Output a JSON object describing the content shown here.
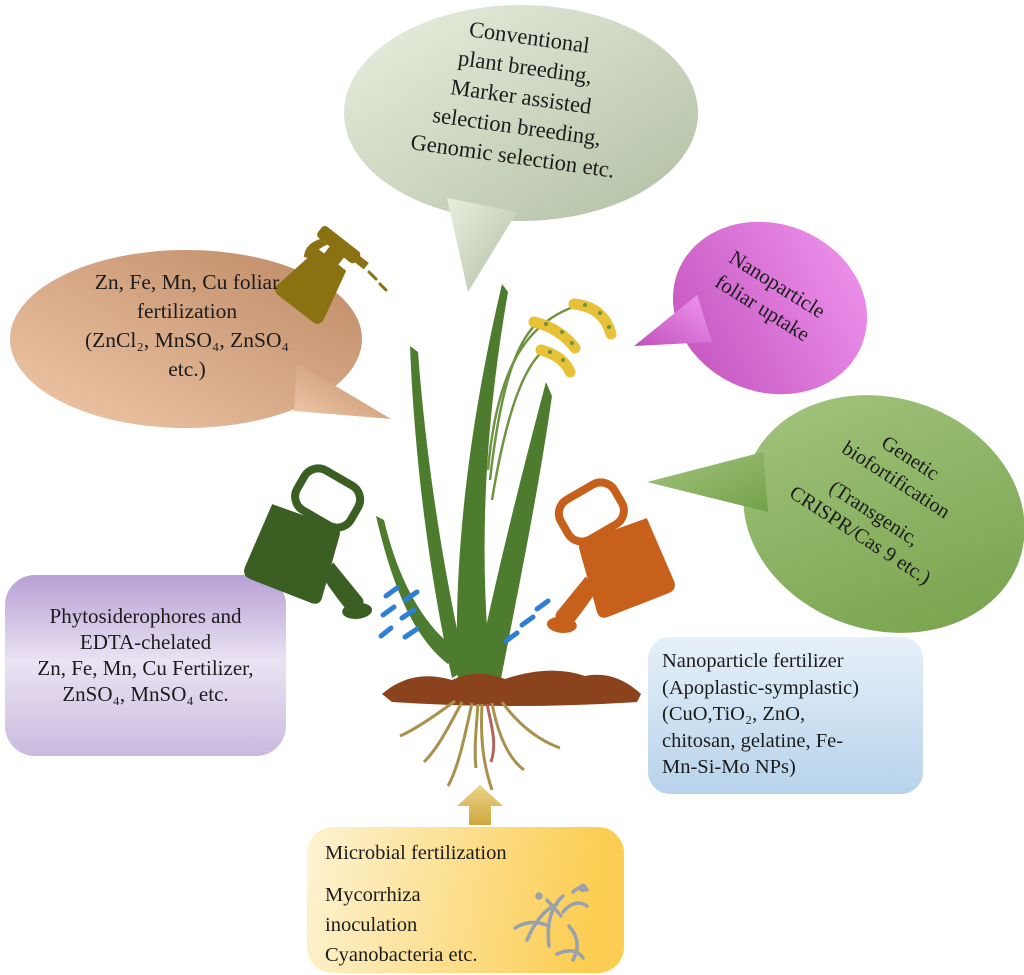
{
  "bubbles": {
    "breeding": {
      "lines": [
        "Conventional",
        "plant breeding,",
        "Marker assisted",
        "selection breeding,",
        "Genomic selection etc."
      ]
    },
    "foliar": {
      "lines": [
        "Zn, Fe, Mn, Cu foliar",
        "fertilization",
        "(ZnCl₂, MnSO₄, ZnSO₄",
        "etc.)"
      ]
    },
    "nano_uptake": {
      "lines": [
        "Nanoparticle",
        "foliar uptake"
      ]
    },
    "genetic": {
      "lines": [
        "Genetic",
        "biofortification",
        "(Transgenic,",
        "CRISPR/Cas 9 etc.)"
      ]
    }
  },
  "boxes": {
    "chelated": {
      "lines": [
        "Phytosiderophores and",
        "EDTA-chelated",
        "Zn, Fe, Mn, Cu Fertilizer,",
        "ZnSO₄, MnSO₄ etc."
      ]
    },
    "nano_fertilizer": {
      "lines": [
        "Nanoparticle fertilizer",
        "(Apoplastic-symplastic)",
        "(CuO,TiO₂, ZnO,",
        "chitosan, gelatine, Fe-",
        "Mn-Si-Mo NPs)"
      ]
    },
    "microbial": {
      "title": "Microbial fertilization",
      "lines": [
        "Mycorrhiza",
        "inoculation",
        "Cyanobacteria  etc."
      ]
    }
  },
  "icons": {
    "spray_bottle": "spray-bottle-icon",
    "watering_can_left": "watering-can-icon",
    "watering_can_right": "watering-can-icon",
    "water_drops": "water-drops-icon",
    "up_arrow": "up-arrow-icon",
    "mycorrhiza": "mycorrhiza-icon",
    "rice_plant": "rice-plant-illustration"
  },
  "colors": {
    "sage-light": "#e9efe0",
    "sage-dark": "#b1bfa2",
    "tan-light": "#f0c9a9",
    "tan-dark": "#bd8864",
    "pink-light": "#f297f0",
    "pink-dark": "#c050bb",
    "green-light": "#a4c680",
    "green-dark": "#74a049",
    "purple-top": "#b7a0d4",
    "purple-mid": "#eae3f3",
    "purple-bottom": "#cabadf",
    "blue-top": "#e6f0f9",
    "blue-bottom": "#b7d3eb",
    "yellow-left": "#fdf3d2",
    "yellow-right": "#fbcd52",
    "arrow-light": "#ecd489",
    "arrow-dark": "#cfa63e",
    "can-green": "#3b5e23",
    "can-orange": "#c6601a",
    "sprayer-olive": "#8a7112",
    "leaf-green": "#4e7c2e",
    "stem-green": "#6f9342",
    "grain-gold": "#e7c138",
    "grain-dot": "#6e923f",
    "soil-brown": "#8a431c",
    "root-tan": "#a8914c",
    "root-red": "#b5645d",
    "water-blue": "#2e7fd6",
    "myco-gray": "#99a1ad",
    "text": "#1c1c1c"
  }
}
